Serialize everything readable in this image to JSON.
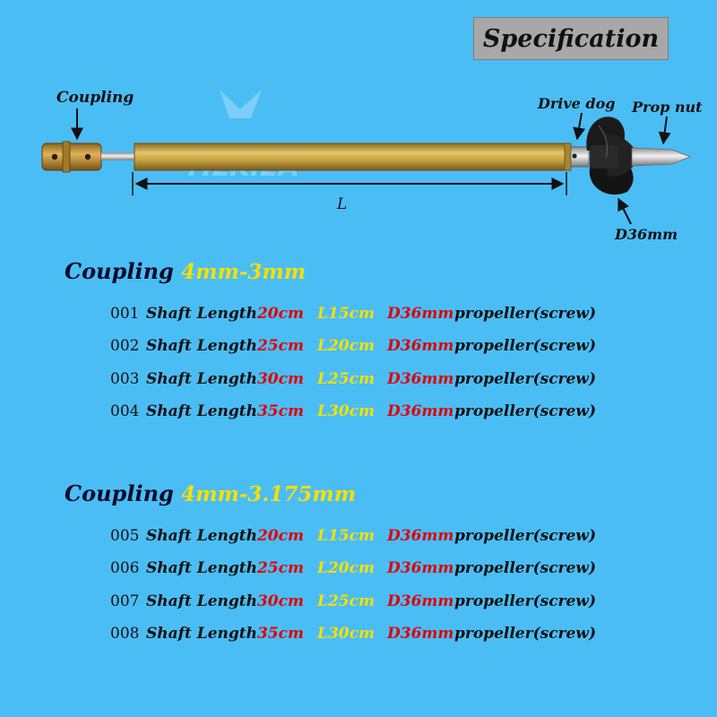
{
  "header": {
    "title": "Specification"
  },
  "diagram": {
    "labels": {
      "coupling": "Coupling",
      "drive_dog": "Drive dog",
      "prop_nut": "Prop nut",
      "length": "L",
      "diameter": "D36mm"
    },
    "watermark": "TILKIEA",
    "colors": {
      "shaft_brass": "#c9a646",
      "coupling_brass": "#c89a3a",
      "steel": "#d8d8d8",
      "propeller": "#1a1a1a"
    }
  },
  "sections": [
    {
      "title": "Coupling",
      "subtitle": "4mm-3mm",
      "rows": [
        {
          "num": "001",
          "shaft_label": "Shaft Length",
          "shaft_len": "20cm",
          "l": "L15cm",
          "d": "D36mm",
          "prop": "propeller(screw)"
        },
        {
          "num": "002",
          "shaft_label": "Shaft Length",
          "shaft_len": "25cm",
          "l": "L20cm",
          "d": "D36mm",
          "prop": "propeller(screw)"
        },
        {
          "num": "003",
          "shaft_label": "Shaft Length",
          "shaft_len": "30cm",
          "l": "L25cm",
          "d": "D36mm",
          "prop": "propeller(screw)"
        },
        {
          "num": "004",
          "shaft_label": "Shaft Length",
          "shaft_len": "35cm",
          "l": "L30cm",
          "d": "D36mm",
          "prop": "propeller(screw)"
        }
      ]
    },
    {
      "title": "Coupling",
      "subtitle": "4mm-3.175mm",
      "rows": [
        {
          "num": "005",
          "shaft_label": "Shaft Length",
          "shaft_len": "20cm",
          "l": "L15cm",
          "d": "D36mm",
          "prop": "propeller(screw)"
        },
        {
          "num": "006",
          "shaft_label": "Shaft Length",
          "shaft_len": "25cm",
          "l": "L20cm",
          "d": "D36mm",
          "prop": "propeller(screw)"
        },
        {
          "num": "007",
          "shaft_label": "Shaft Length",
          "shaft_len": "30cm",
          "l": "L25cm",
          "d": "D36mm",
          "prop": "propeller(screw)"
        },
        {
          "num": "008",
          "shaft_label": "Shaft Length",
          "shaft_len": "35cm",
          "l": "L30cm",
          "d": "D36mm",
          "prop": "propeller(screw)"
        }
      ]
    }
  ]
}
